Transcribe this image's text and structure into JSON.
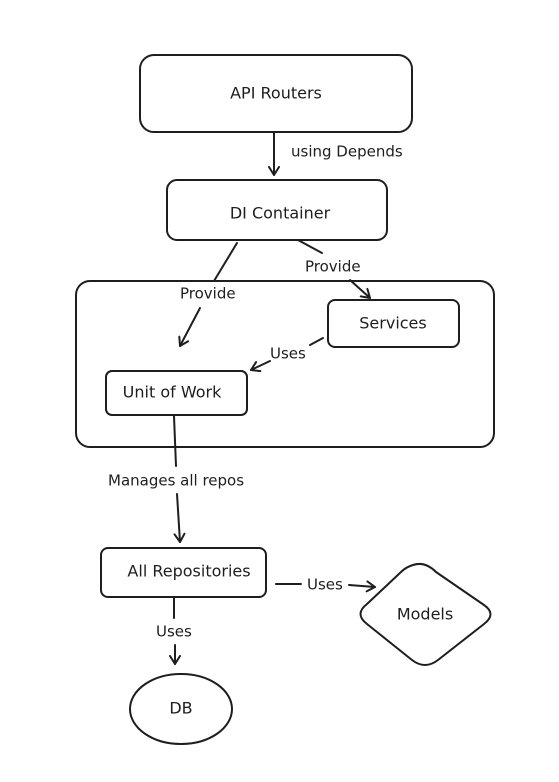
{
  "nodes": {
    "api_routers": "API Routers",
    "di_container": "DI Container",
    "services": "Services",
    "unit_of_work": "Unit of Work",
    "all_repositories": "All Repositories",
    "models": "Models",
    "db": "DB"
  },
  "edges": {
    "routers_to_container": "using Depends",
    "container_to_services": "Provide",
    "container_to_uow": "Provide",
    "services_to_uow": "Uses",
    "uow_to_repos": "Manages all repos",
    "repos_to_models": "Uses",
    "repos_to_db": "Uses"
  },
  "colors": {
    "stroke": "#1e1e1e",
    "background": "#ffffff"
  }
}
